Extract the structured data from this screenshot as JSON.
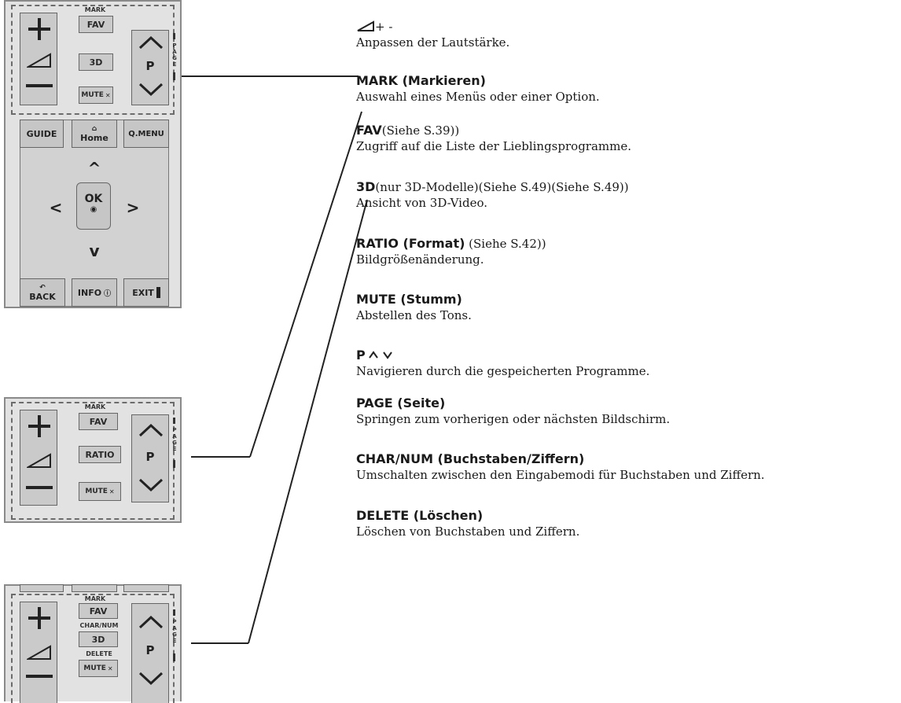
{
  "remote_top": {
    "mark_label": "MARK",
    "fav_label": "FAV",
    "mid_label": "3D",
    "mute_label": "MUTE",
    "mute_symbol": "✕",
    "p_label": "P",
    "page_label": "PAGE",
    "guide_label": "GUIDE",
    "home_label": "Home",
    "qmenu_label": "Q.MENU",
    "ok_label": "OK",
    "back_label": "BACK",
    "info_label": "INFO",
    "exit_label": "EXIT",
    "up_arrow": "^",
    "down_arrow": "v",
    "left_arrow": "<",
    "right_arrow": ">"
  },
  "remote_middle": {
    "mark_label": "MARK",
    "fav_label": "FAV",
    "mid_label": "RATIO",
    "mute_label": "MUTE",
    "mute_symbol": "✕",
    "p_label": "P",
    "page_label": "PAGE"
  },
  "remote_bottom": {
    "mark_label": "MARK",
    "fav_label": "FAV",
    "charnum_label": "CHAR/NUM",
    "mid_label": "3D",
    "delete_label": "DELETE",
    "mute_label": "MUTE",
    "mute_symbol": "✕",
    "p_label": "P",
    "page_label": "PAGE"
  },
  "descriptions": [
    {
      "title": "+ -",
      "ref": "",
      "text": "Anpassen der Lautstärke."
    },
    {
      "title": "MARK (Markieren)",
      "ref": "",
      "text": "Auswahl eines Menüs oder einer Option."
    },
    {
      "title": "FAV",
      "ref": "(Siehe S.39))",
      "text": "Zugriff auf die Liste der Lieblingsprogramme."
    },
    {
      "title": "3D",
      "ref": "(nur 3D-Modelle)(Siehe S.49)(Siehe S.49))",
      "text": "Ansicht von 3D-Video."
    },
    {
      "title": "RATIO (Format)",
      "ref": " (Siehe S.42))",
      "text": "Bildgrößenänderung."
    },
    {
      "title": "MUTE (Stumm)",
      "ref": "",
      "text": "Abstellen des Tons."
    },
    {
      "title": "P",
      "ref": "",
      "text": "Navigieren durch die gespeicherten Programme."
    },
    {
      "title": "PAGE (Seite)",
      "ref": "",
      "text": "Springen zum vorherigen oder nächsten Bildschirm."
    },
    {
      "title": "CHAR/NUM (Buchstaben/Ziffern)",
      "ref": "",
      "text": "Umschalten zwischen den Eingabemodi für Buchstaben und Ziffern."
    },
    {
      "title": "DELETE (Löschen)",
      "ref": "",
      "text": "Löschen von Buchstaben und Ziffern."
    }
  ]
}
